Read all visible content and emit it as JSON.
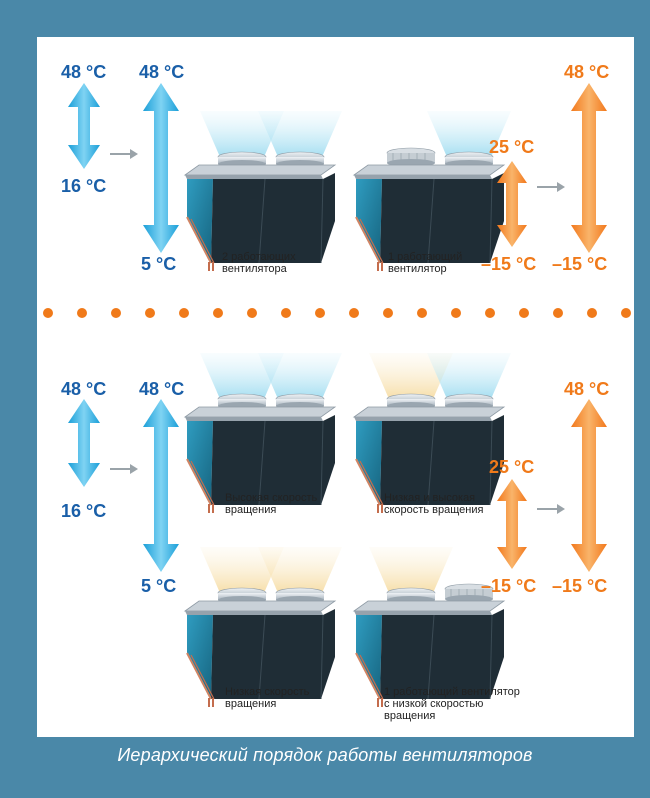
{
  "caption": "Иерархический порядок работы вентиляторов",
  "colors": {
    "background": "#4a88a8",
    "panel": "#ffffff",
    "cold": "#1a5fa8",
    "hot": "#f07a1a",
    "divider_dots": "#f07a1a"
  },
  "top": {
    "left_arrow": {
      "top": "48 °C",
      "bottom": "16 °C"
    },
    "tall_blue_arrow": {
      "top": "48 °C",
      "bottom": "5 °C"
    },
    "unit_a": {
      "label": [
        "2 работающих",
        "вентилятора"
      ]
    },
    "unit_b": {
      "label": [
        "1 работающий",
        "вентилятор"
      ]
    },
    "small_orange_arrow": {
      "top": "25 °C",
      "bottom": "–15 °C"
    },
    "tall_orange_arrow": {
      "top": "48 °C",
      "bottom": "–15 °C"
    }
  },
  "bottom": {
    "left_arrow": {
      "top": "48 °C",
      "bottom": "16 °C"
    },
    "tall_blue_arrow": {
      "top": "48 °C",
      "bottom": "5 °C"
    },
    "unit_a": {
      "label": [
        "Высокая скорость",
        "вращения"
      ]
    },
    "unit_b": {
      "label": [
        "Низкая и высокая",
        "скорость вращения"
      ]
    },
    "unit_c": {
      "label": [
        "Низкая скорость",
        "вращения"
      ]
    },
    "unit_d": {
      "label": [
        "1 работающий вентилятор",
        "с низкой скоростью",
        "вращения"
      ]
    },
    "small_orange_arrow": {
      "top": "25 °C",
      "bottom": "–15 °C"
    },
    "tall_orange_arrow": {
      "top": "48 °C",
      "bottom": "–15 °C"
    }
  }
}
